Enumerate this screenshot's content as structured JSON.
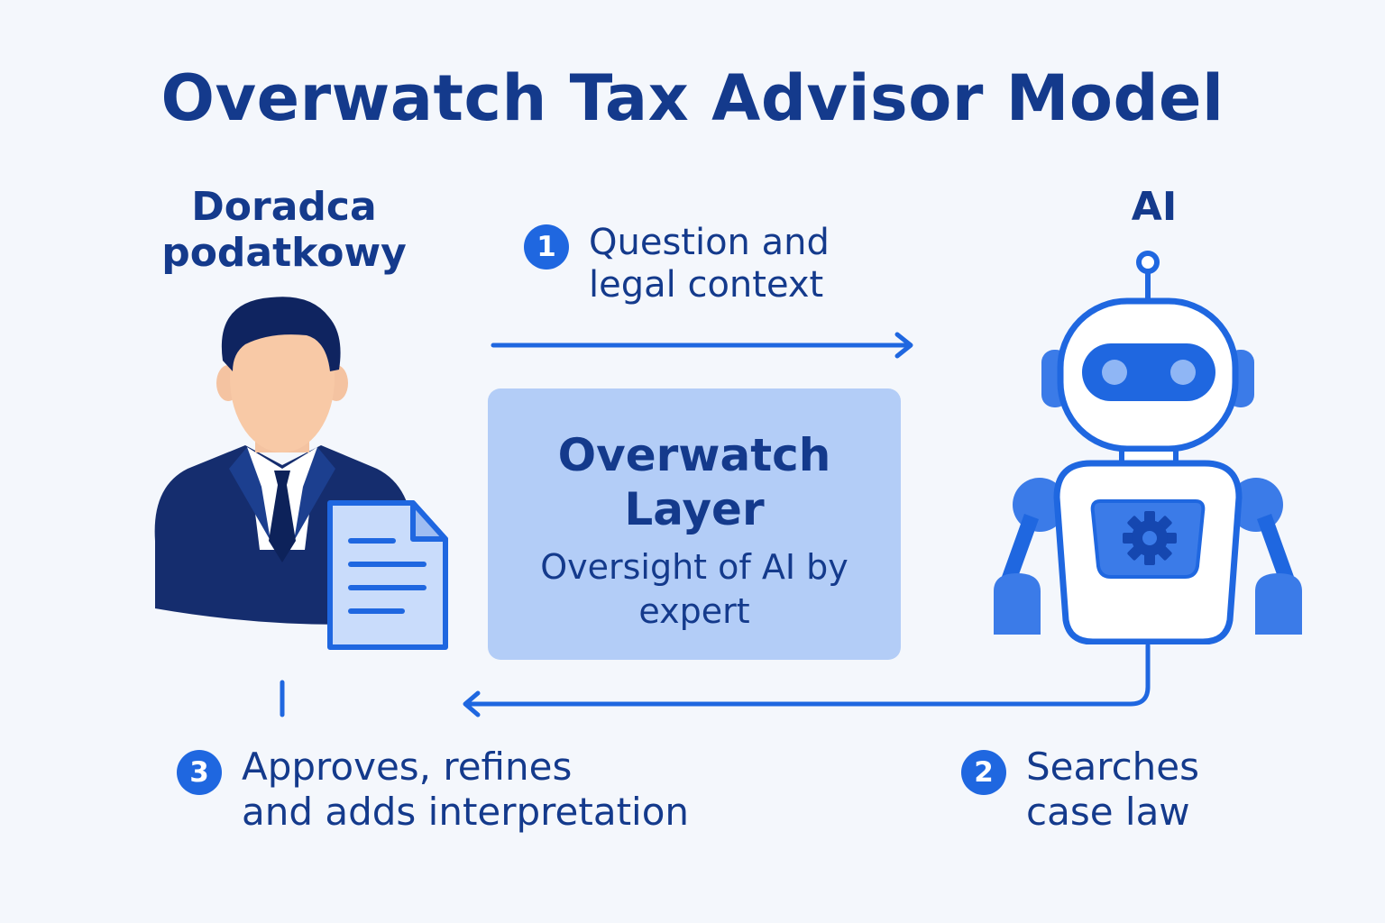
{
  "title": "Overwatch Tax Advisor Model",
  "actors": {
    "advisor": {
      "label": "Doradca podatkowy"
    },
    "ai": {
      "label": "AI"
    }
  },
  "steps": [
    {
      "number": "1",
      "text": "Question and\nlegal context"
    },
    {
      "number": "2",
      "text": "Searches\ncase law"
    },
    {
      "number": "3",
      "text": "Approves, refines\nand adds interpretation"
    }
  ],
  "overwatch_layer": {
    "title": "Overwatch\nLayer",
    "description": "Oversight of AI by expert"
  },
  "icons": {
    "advisor": "person-icon",
    "document": "document-icon",
    "robot": "robot-icon",
    "gear": "gear-icon"
  },
  "colors": {
    "primary": "#143a8c",
    "accent": "#1f67e0",
    "layer_fill": "#b3cdf7",
    "background": "#f4f7fc"
  }
}
